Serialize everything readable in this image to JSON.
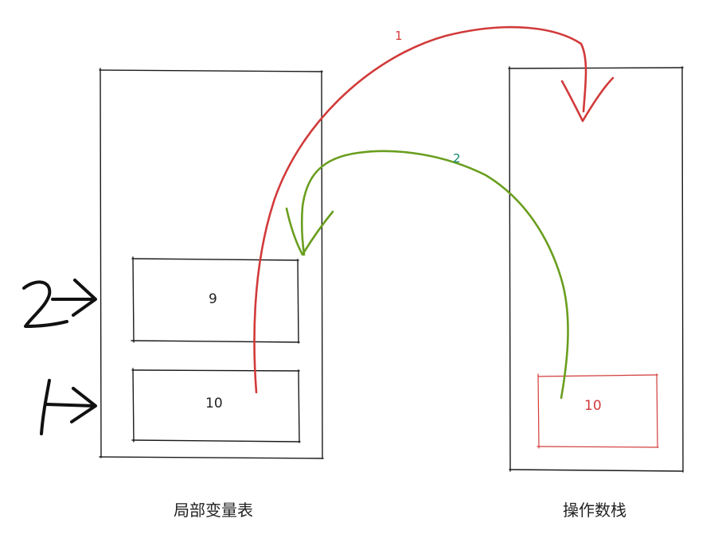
{
  "local_vars": {
    "label": "局部变量表",
    "slots": [
      {
        "index_label": "2",
        "value": "9"
      },
      {
        "index_label": "1",
        "value": "10"
      }
    ]
  },
  "operand_stack": {
    "label": "操作数栈",
    "items": [
      {
        "value": "10"
      }
    ]
  },
  "arrows": [
    {
      "step": "1",
      "color": "#d23a3a"
    },
    {
      "step": "2",
      "color": "#16866f"
    }
  ]
}
